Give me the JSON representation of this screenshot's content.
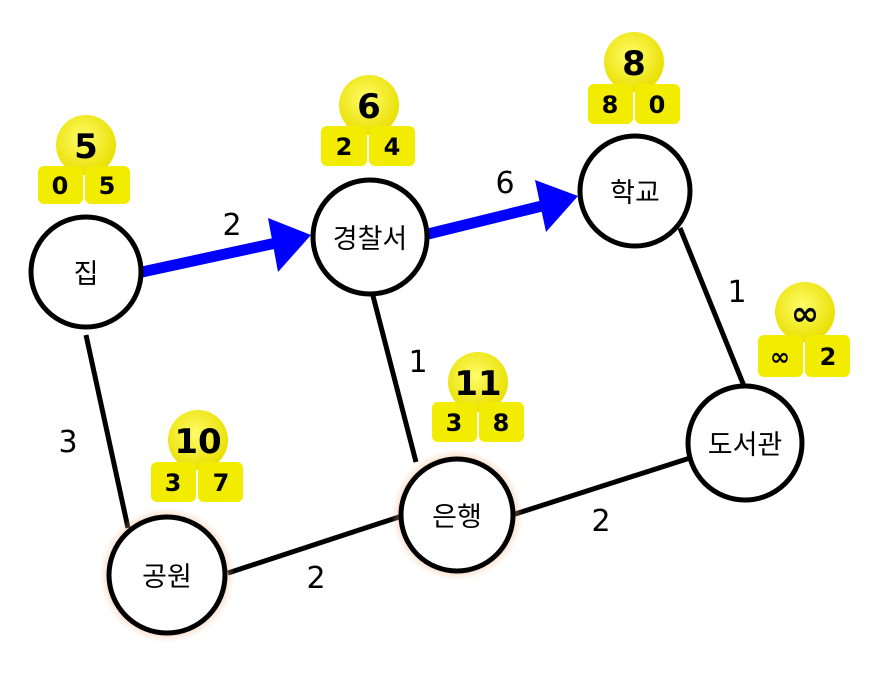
{
  "graph": {
    "nodes": [
      {
        "id": "home",
        "label": "집"
      },
      {
        "id": "police",
        "label": "경찰서"
      },
      {
        "id": "school",
        "label": "학교"
      },
      {
        "id": "library",
        "label": "도서관"
      },
      {
        "id": "bank",
        "label": "은행"
      },
      {
        "id": "park",
        "label": "공원"
      }
    ],
    "edges": [
      {
        "id": "home-police",
        "weight": "2",
        "highlighted": true
      },
      {
        "id": "police-school",
        "weight": "6",
        "highlighted": true
      },
      {
        "id": "home-park",
        "weight": "3",
        "highlighted": false
      },
      {
        "id": "police-bank",
        "weight": "1",
        "highlighted": false
      },
      {
        "id": "school-library",
        "weight": "1",
        "highlighted": false
      },
      {
        "id": "park-bank",
        "weight": "2",
        "highlighted": false
      },
      {
        "id": "bank-library",
        "weight": "2",
        "highlighted": false
      }
    ],
    "badges": [
      {
        "node": "home",
        "total": "5",
        "left": "0",
        "right": "5"
      },
      {
        "node": "police",
        "total": "6",
        "left": "2",
        "right": "4"
      },
      {
        "node": "school",
        "total": "8",
        "left": "8",
        "right": "0"
      },
      {
        "node": "library",
        "total": "∞",
        "left": "∞",
        "right": "2"
      },
      {
        "node": "bank",
        "total": "11",
        "left": "3",
        "right": "8"
      },
      {
        "node": "park",
        "total": "10",
        "left": "3",
        "right": "7"
      }
    ]
  },
  "colors": {
    "path_arrow": "#0000ff",
    "edge": "#000000",
    "badge_fill": "#f2ec00",
    "node_glow": "#e88a4a"
  }
}
